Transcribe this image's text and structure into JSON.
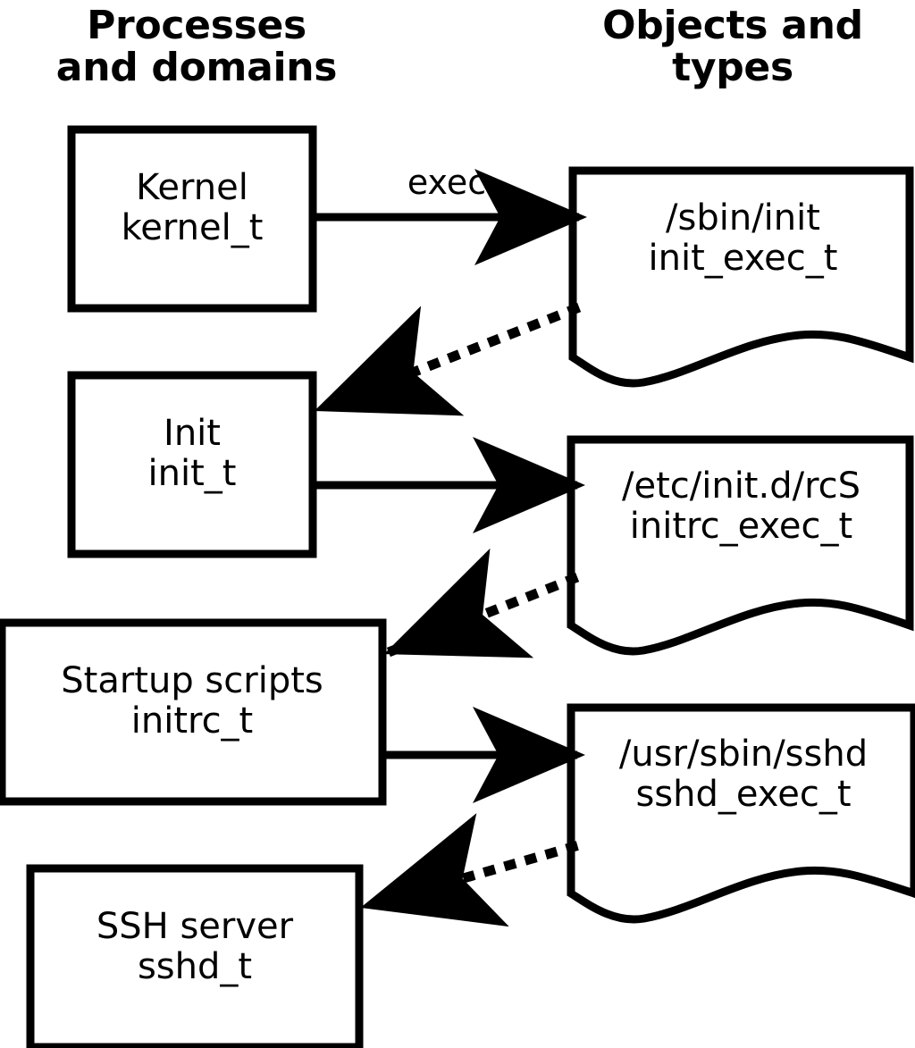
{
  "headings": {
    "left": "Processes\nand domains",
    "right": "Objects and\ntypes"
  },
  "colors": {
    "stroke": "#000000",
    "fill": "#ffffff",
    "background": "#ffffff"
  },
  "processes": [
    {
      "id": "kernel",
      "name": "Kernel",
      "type": "kernel_t",
      "label": "Kernel\nkernel_t"
    },
    {
      "id": "init",
      "name": "Init",
      "type": "init_t",
      "label": "Init\ninit_t"
    },
    {
      "id": "initrc",
      "name": "Startup scripts",
      "type": "initrc_t",
      "label": "Startup scripts\ninitrc_t"
    },
    {
      "id": "sshd",
      "name": "SSH server",
      "type": "sshd_t",
      "label": "SSH server\nsshd_t"
    }
  ],
  "objects": [
    {
      "id": "init-exec",
      "path": "/sbin/init",
      "type": "init_exec_t",
      "label": "/sbin/init\ninit_exec_t"
    },
    {
      "id": "initrc-exec",
      "path": "/etc/init.d/rcS",
      "type": "initrc_exec_t",
      "label": "/etc/init.d/rcS\ninitrc_exec_t"
    },
    {
      "id": "sshd-exec",
      "path": "/usr/sbin/sshd",
      "type": "sshd_exec_t",
      "label": "/usr/sbin/sshd\nsshd_exec_t"
    }
  ],
  "edges": [
    {
      "id": "kernel-exec-init-exec",
      "from": "kernel",
      "to": "init-exec",
      "style": "solid",
      "label": "exec"
    },
    {
      "id": "init-exec-to-init",
      "from": "init-exec",
      "to": "init",
      "style": "dotted",
      "label": ""
    },
    {
      "id": "init-exec-initrc-exec",
      "from": "init",
      "to": "initrc-exec",
      "style": "solid",
      "label": ""
    },
    {
      "id": "initrc-exec-to-initrc",
      "from": "initrc-exec",
      "to": "initrc",
      "style": "dotted",
      "label": ""
    },
    {
      "id": "initrc-exec-sshd-exec",
      "from": "initrc",
      "to": "sshd-exec",
      "style": "solid",
      "label": ""
    },
    {
      "id": "sshd-exec-to-sshd",
      "from": "sshd-exec",
      "to": "sshd",
      "style": "dotted",
      "label": ""
    }
  ]
}
